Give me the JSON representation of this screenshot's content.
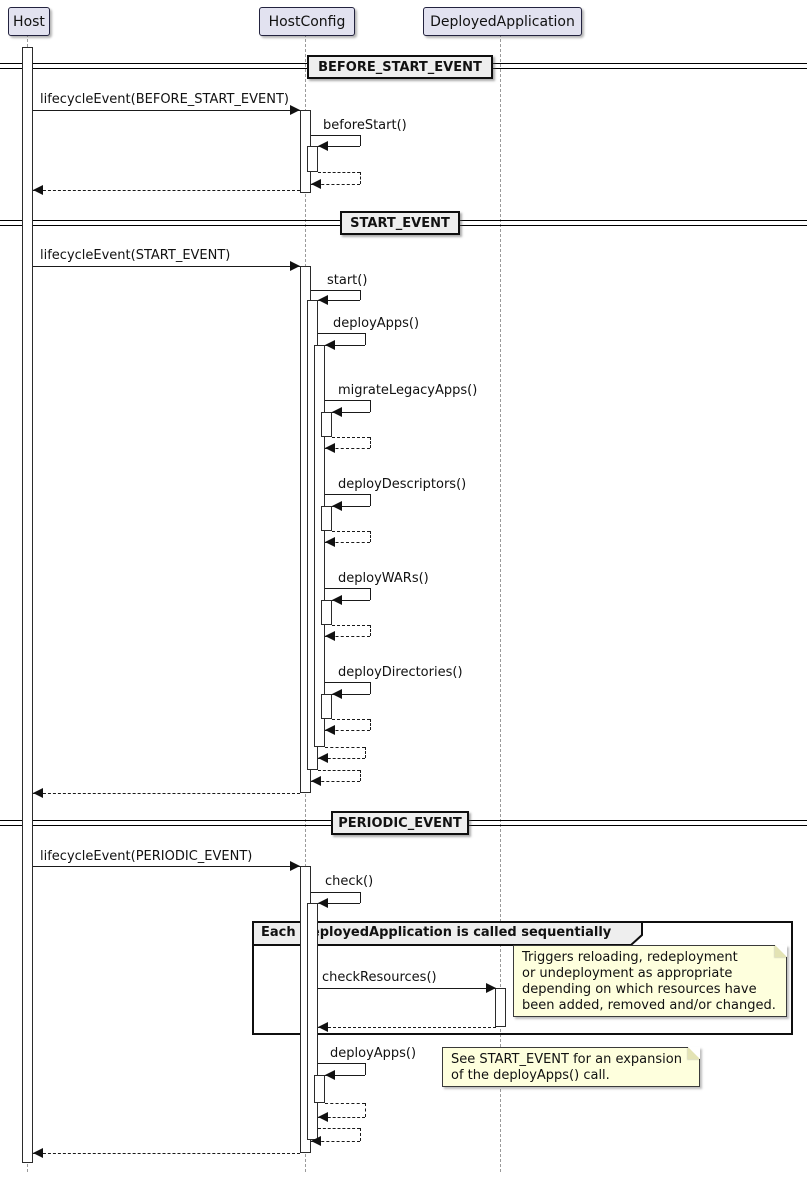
{
  "participants": [
    {
      "label": "Host"
    },
    {
      "label": "HostConfig"
    },
    {
      "label": "DeployedApplication"
    }
  ],
  "dividers": [
    {
      "label": "BEFORE_START_EVENT"
    },
    {
      "label": "START_EVENT"
    },
    {
      "label": "PERIODIC_EVENT"
    }
  ],
  "messages": {
    "lifecycle_before": "lifecycleEvent(BEFORE_START_EVENT)",
    "before_start": "beforeStart()",
    "lifecycle_start": "lifecycleEvent(START_EVENT)",
    "start": "start()",
    "deploy_apps": "deployApps()",
    "migrate_legacy_apps": "migrateLegacyApps()",
    "deploy_descriptors": "deployDescriptors()",
    "deploy_wars": "deployWARs()",
    "deploy_directories": "deployDirectories()",
    "lifecycle_periodic": "lifecycleEvent(PERIODIC_EVENT)",
    "check": "check()",
    "check_resources": "checkResources()",
    "deploy_apps_periodic": "deployApps()"
  },
  "group": {
    "label": "Each DeployedApplication is called sequentially"
  },
  "notes": {
    "check_resources_note": "Triggers reloading, redeployment\nor undeployment as appropriate\ndepending on which resources have\nbeen added, removed and/or changed.",
    "deploy_apps_note": "See START_EVENT for an expansion\nof the deployApps() call."
  },
  "colors": {
    "participant_fill": "#E2E2F0",
    "divider_fill": "#EEEEEE",
    "note_fill": "#FEFFDD",
    "line": "#1A1A1A",
    "lifeline": "#9A9A9A"
  }
}
